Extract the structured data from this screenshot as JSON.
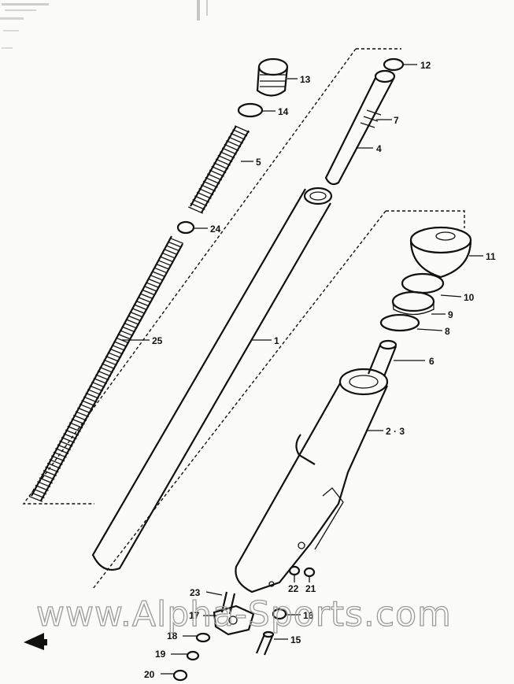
{
  "diagram": {
    "callouts": [
      {
        "id": "12",
        "text": "12"
      },
      {
        "id": "13",
        "text": "13"
      },
      {
        "id": "14",
        "text": "14"
      },
      {
        "id": "7",
        "text": "7"
      },
      {
        "id": "4",
        "text": "4"
      },
      {
        "id": "5",
        "text": "5"
      },
      {
        "id": "24",
        "text": "24"
      },
      {
        "id": "11",
        "text": "11"
      },
      {
        "id": "10",
        "text": "10"
      },
      {
        "id": "9",
        "text": "9"
      },
      {
        "id": "8",
        "text": "8"
      },
      {
        "id": "25",
        "text": "25"
      },
      {
        "id": "1",
        "text": "1"
      },
      {
        "id": "6",
        "text": "6"
      },
      {
        "id": "2-3",
        "text": "2 · 3"
      },
      {
        "id": "22",
        "text": "22"
      },
      {
        "id": "21",
        "text": "21"
      },
      {
        "id": "23",
        "text": "23"
      },
      {
        "id": "17",
        "text": "17"
      },
      {
        "id": "16",
        "text": "16"
      },
      {
        "id": "18",
        "text": "18"
      },
      {
        "id": "15",
        "text": "15"
      },
      {
        "id": "19",
        "text": "19"
      },
      {
        "id": "20",
        "text": "20"
      }
    ],
    "watermark": "www.Alpha-Sports.com",
    "front_arrow_icon": "front-direction-arrow-icon"
  }
}
